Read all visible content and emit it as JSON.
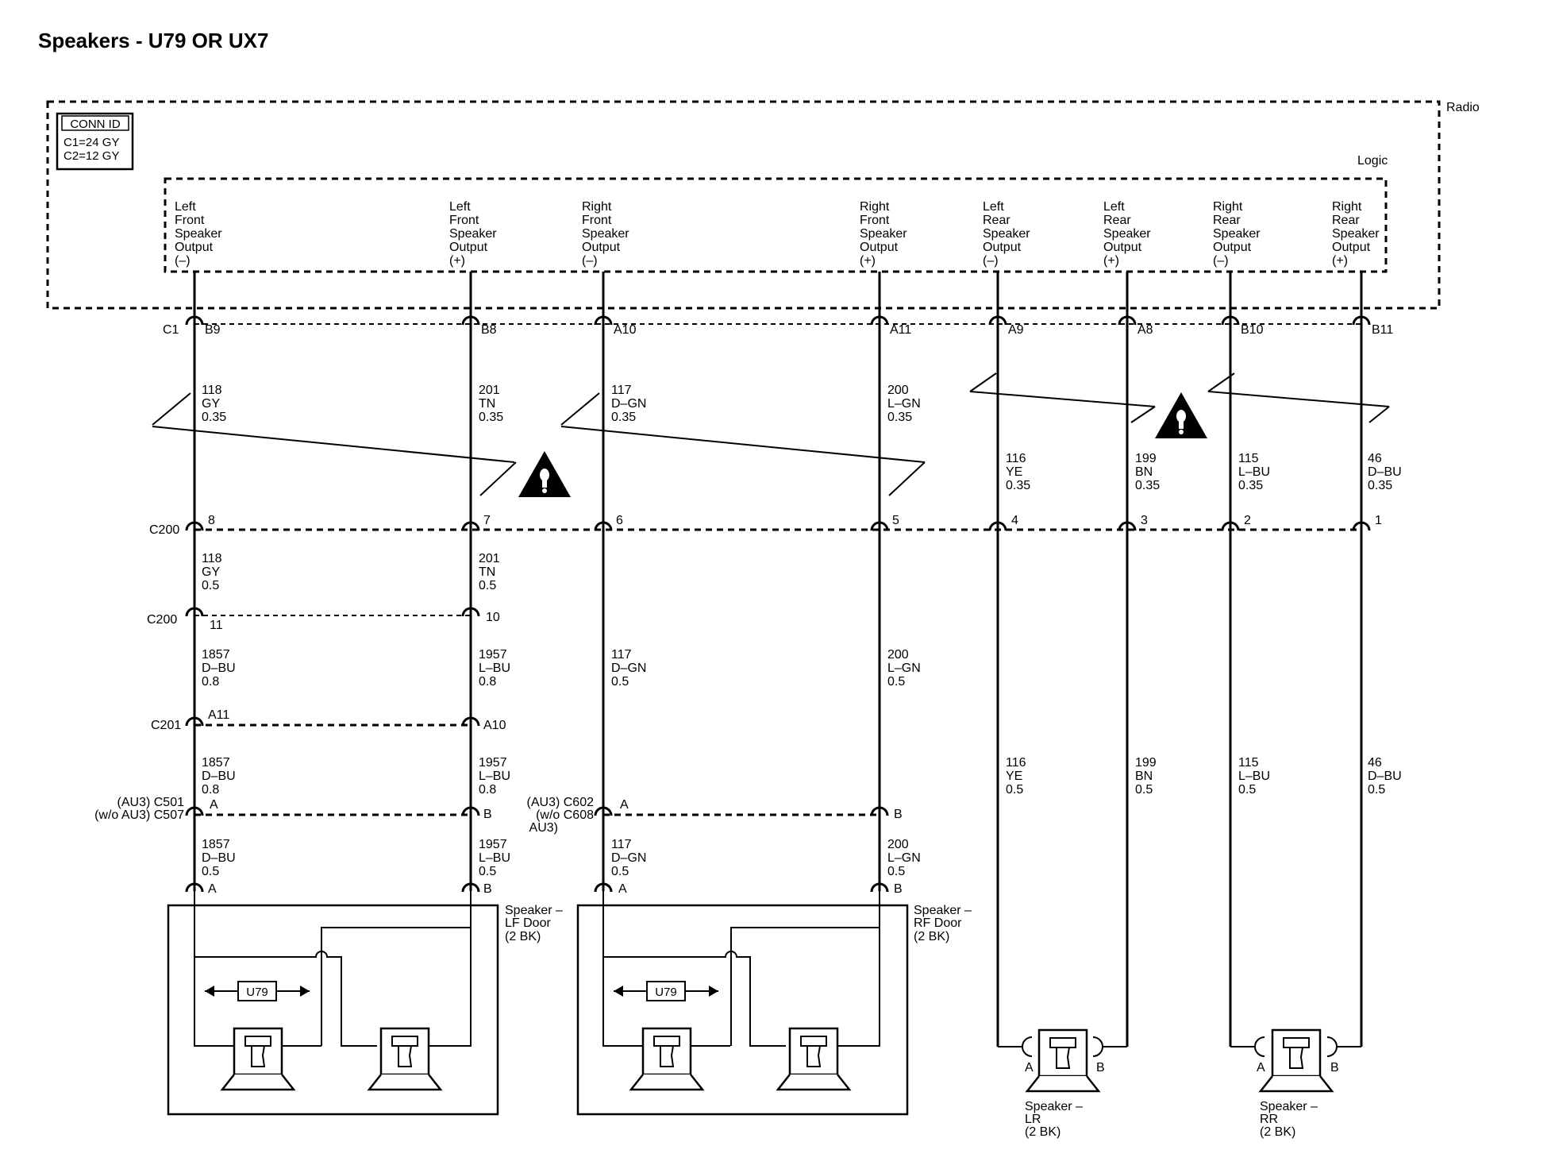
{
  "title": "Speakers - U79 OR UX7",
  "radio": {
    "label": "Radio",
    "logic_label": "Logic",
    "conn_id": {
      "title": "CONN ID",
      "lines": [
        "C1=24 GY",
        "C2=12 GY"
      ]
    },
    "outputs": [
      [
        "Left",
        "Front",
        "Speaker",
        "Output",
        "(–)"
      ],
      [
        "Left",
        "Front",
        "Speaker",
        "Output",
        "(+)"
      ],
      [
        "Right",
        "Front",
        "Speaker",
        "Output",
        "(–)"
      ],
      [
        "Right",
        "Front",
        "Speaker",
        "Output",
        "(+)"
      ],
      [
        "Left",
        "Rear",
        "Speaker",
        "Output",
        "(–)"
      ],
      [
        "Left",
        "Rear",
        "Speaker",
        "Output",
        "(+)"
      ],
      [
        "Right",
        "Rear",
        "Speaker",
        "Output",
        "(–)"
      ],
      [
        "Right",
        "Rear",
        "Speaker",
        "Output",
        "(+)"
      ]
    ]
  },
  "connectors": {
    "c1": {
      "name": "C1",
      "pins": [
        "B9",
        "B8",
        "A10",
        "A11",
        "A9",
        "A8",
        "B10",
        "B11"
      ]
    },
    "c200a": {
      "name": "C200",
      "pins": [
        "8",
        "7",
        "6",
        "5",
        "4",
        "3",
        "2",
        "1"
      ]
    },
    "c200b": {
      "name": "C200",
      "pins": [
        "11",
        "10"
      ]
    },
    "c201": {
      "name": "C201",
      "pins": [
        "A11",
        "A10"
      ]
    },
    "c501": {
      "name_lines": [
        "(AU3) C501",
        "(w/o AU3) C507"
      ],
      "pins": [
        "A",
        "B"
      ]
    },
    "c602": {
      "name_lines": [
        "(AU3) C602",
        "(w/o C608",
        "AU3)"
      ],
      "pins": [
        "A",
        "B"
      ]
    },
    "spk_front": {
      "pins": [
        "A",
        "B",
        "A",
        "B"
      ]
    },
    "spk_rear": {
      "pins": [
        "A",
        "B",
        "A",
        "B"
      ]
    }
  },
  "wires": {
    "c1_c200": [
      [
        "118",
        "GY",
        "0.35"
      ],
      [
        "201",
        "TN",
        "0.35"
      ],
      [
        "117",
        "D–GN",
        "0.35"
      ],
      [
        "200",
        "L–GN",
        "0.35"
      ],
      [
        "116",
        "YE",
        "0.35"
      ],
      [
        "199",
        "BN",
        "0.35"
      ],
      [
        "115",
        "L–BU",
        "0.35"
      ],
      [
        "46",
        "D–BU",
        "0.35"
      ]
    ],
    "c200_c200": [
      [
        "118",
        "GY",
        "0.5"
      ],
      [
        "201",
        "TN",
        "0.5"
      ]
    ],
    "c200_c201": [
      [
        "1857",
        "D–BU",
        "0.8"
      ],
      [
        "1957",
        "L–BU",
        "0.8"
      ],
      [
        "117",
        "D–GN",
        "0.5"
      ],
      [
        "200",
        "L–GN",
        "0.5"
      ]
    ],
    "c201_c501": [
      [
        "1857",
        "D–BU",
        "0.8"
      ],
      [
        "1957",
        "L–BU",
        "0.8"
      ]
    ],
    "rear_lower": [
      [
        "116",
        "YE",
        "0.5"
      ],
      [
        "199",
        "BN",
        "0.5"
      ],
      [
        "115",
        "L–BU",
        "0.5"
      ],
      [
        "46",
        "D–BU",
        "0.5"
      ]
    ],
    "to_speaker": [
      [
        "1857",
        "D–BU",
        "0.5"
      ],
      [
        "1957",
        "L–BU",
        "0.5"
      ],
      [
        "117",
        "D–GN",
        "0.5"
      ],
      [
        "200",
        "L–GN",
        "0.5"
      ]
    ]
  },
  "speakers": {
    "lf": [
      "Speaker –",
      "LF Door",
      "(2 BK)"
    ],
    "rf": [
      "Speaker –",
      "RF Door",
      "(2 BK)"
    ],
    "lr": [
      "Speaker –",
      "LR",
      "(2 BK)"
    ],
    "rr": [
      "Speaker –",
      "RR",
      "(2 BK)"
    ],
    "u79": "U79"
  },
  "icons": [
    "warning-triangle-icon",
    "speaker-icon",
    "double-arrow-icon"
  ]
}
